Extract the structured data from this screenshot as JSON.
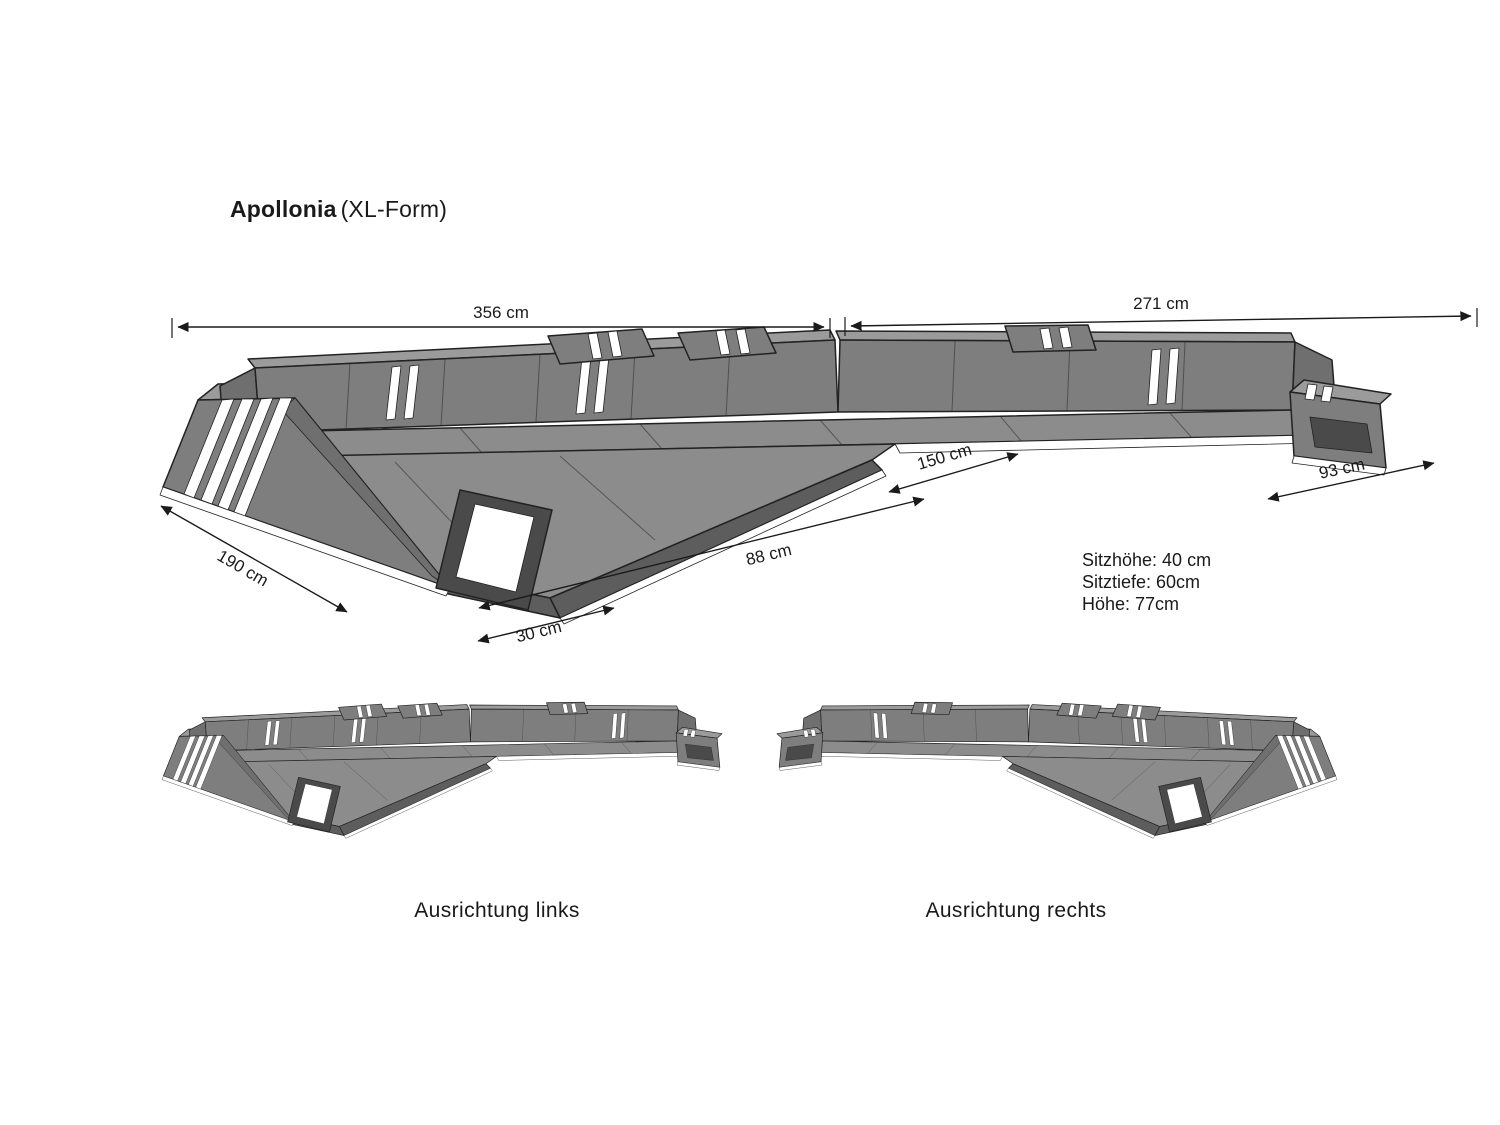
{
  "title": {
    "name": "Apollonia",
    "variant": "(XL-Form)"
  },
  "dimensions": {
    "length_left": "356 cm",
    "length_right": "271 cm",
    "depth_left": "190 cm",
    "inner_width": "150 cm",
    "chaise_front": "88 cm",
    "chaise_corner": "30 cm",
    "arm_right": "93 cm"
  },
  "specs": [
    "Sitzhöhe: 40 cm",
    "Sitztiefe: 60cm",
    "Höhe: 77cm"
  ],
  "variants": {
    "left": "Ausrichtung links",
    "right": "Ausrichtung rechts"
  },
  "colors": {
    "background": "#ffffff",
    "text": "#1a1a1a",
    "outline": "#222222",
    "sofa-gray": "#7e7e7e",
    "sofa-seat": "#8c8c8c",
    "sofa-light": "#9b9b9b",
    "sofa-mid": "#6f6f6f",
    "sofa-dark": "#5d5d5d",
    "sofa-deep": "#4a4a4a",
    "accent-white": "#ffffff"
  }
}
